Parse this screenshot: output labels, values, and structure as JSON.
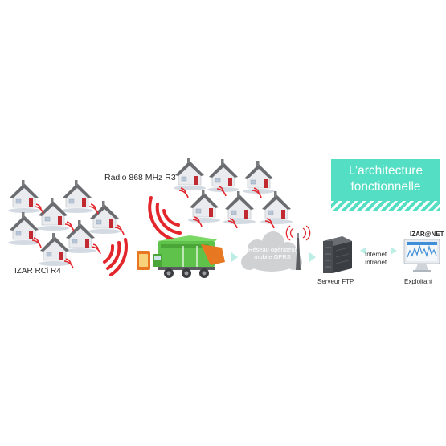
{
  "title": {
    "line1": "L’architecture",
    "line2": "fonctionnelle",
    "color": "#54dec3"
  },
  "labels": {
    "radio": "Radio 868 MHz R3",
    "izar_rci": "IZAR RCi R4",
    "cloud": "Réseau opérateur mobile GPRS",
    "server": "Serveur FTP",
    "internet": "Internet",
    "intranet": "Intranet",
    "izarnet": "IZAR@NET",
    "exploitant": "Exploitant"
  },
  "colors": {
    "radio_wave": "#e3262c",
    "truck": "#5fc24a",
    "receiver": "#e87722",
    "arrow": "#bdeee6",
    "cloud": "#cfd1d3",
    "server": "#4a4d52",
    "house_roof": "#6a6c6f",
    "house_wall": "#e9ebee",
    "door": "#c22a31"
  },
  "icons": [
    "house-icon",
    "radio-wave-icon",
    "garbage-truck-icon",
    "receiver-module-icon",
    "cloud-icon",
    "antenna-icon",
    "server-rack-icon",
    "monitor-icon",
    "double-arrow-icon"
  ]
}
